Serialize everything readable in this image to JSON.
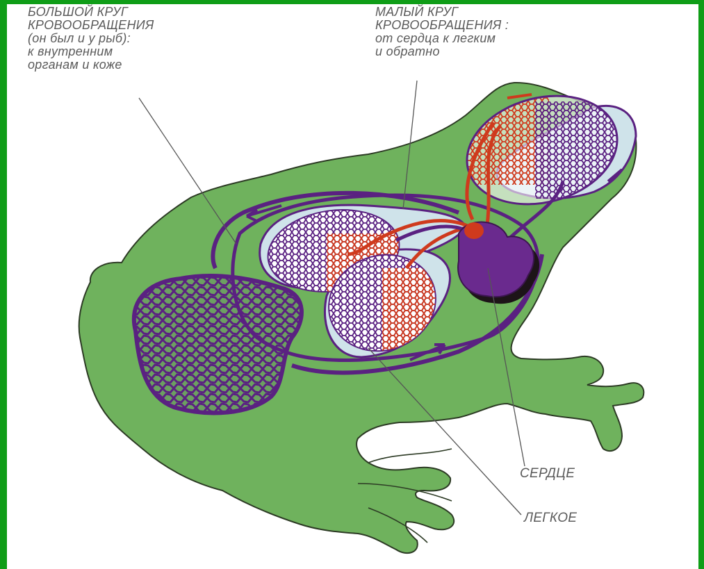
{
  "labels": {
    "systemic": {
      "line1": "БОЛЬШОЙ КРУГ",
      "line2": "КРОВООБРАЩЕНИЯ",
      "line3": "(он был и у рыб):",
      "line4": "к внутренним",
      "line5": "органам и коже"
    },
    "pulmonary": {
      "line1": "МАЛЫЙ КРУГ",
      "line2": "КРОВООБРАЩЕНИЯ :",
      "line3": "от сердца к легким",
      "line4": "и обратно"
    },
    "heart": "СЕРДЦЕ",
    "lung": "ЛЕГКОЕ"
  },
  "colors": {
    "frame": "#0f9d17",
    "body": "#6fb25d",
    "body_outline": "#2c3a24",
    "cavity": "#cfe3ea",
    "venous": "#5a2181",
    "arterial": "#cf3a1d",
    "heart": "#6a2a8e",
    "label_text": "#5a5a5a"
  }
}
